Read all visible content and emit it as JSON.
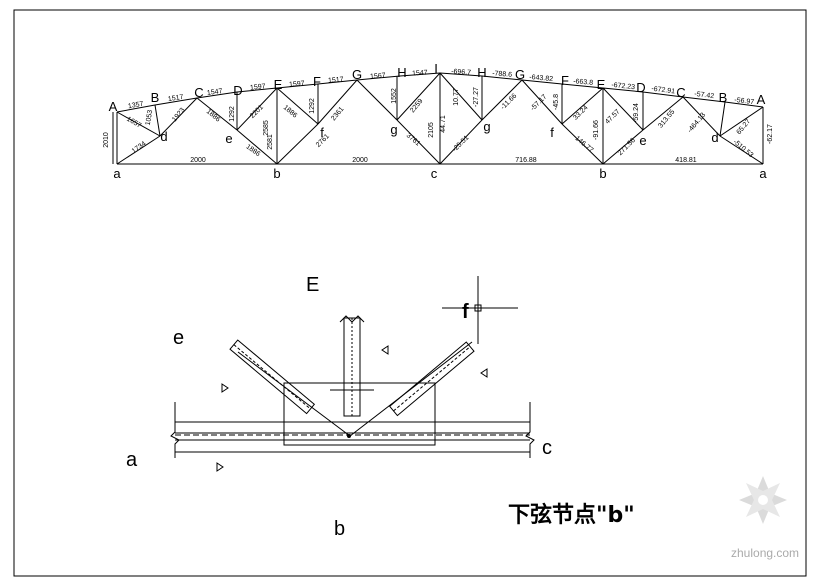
{
  "truss": {
    "top_nodes": [
      "A",
      "B",
      "C",
      "D",
      "E",
      "F",
      "G",
      "H",
      "I",
      "H",
      "G",
      "F",
      "E",
      "D",
      "C",
      "B",
      "A"
    ],
    "bottom_nodes": [
      "a",
      "b",
      "c",
      "b",
      "a"
    ],
    "web_nodes": [
      "d",
      "e",
      "f",
      "g",
      "g",
      "f",
      "e",
      "d"
    ],
    "height_label": "2010",
    "right_height_label": "-62.17",
    "bottom_segments": [
      "2000",
      "2000",
      "716.88",
      "418.81"
    ],
    "top_forces": [
      "1357",
      "1517",
      "1547",
      "1597",
      "1597",
      "1517",
      "1567",
      "1547",
      "-696.7",
      "-788.6",
      "-643.82",
      "-663.8",
      "-672.23",
      "-672.91",
      "-57.42",
      "-56.97"
    ],
    "web_forces_left": [
      "1657",
      "1053",
      "1923",
      "1886",
      "1292",
      "2201",
      "1886",
      "1292",
      "2581",
      "2361",
      "1552",
      "2259",
      "2105",
      "44.71"
    ],
    "bottom_web_forces_left": [
      "1734",
      "1886",
      "2585",
      "2761",
      "3761"
    ],
    "web_forces_right": [
      "10.77",
      "-27.27",
      "-11.66",
      "-57.17",
      "-45.8",
      "33.24",
      "-91.66",
      "47.57",
      "-59.24",
      "313.55",
      "-464.13",
      "65.27"
    ],
    "bottom_web_forces_right": [
      "-25.51",
      "-146.77",
      "271.56",
      "-510.53"
    ]
  },
  "detail": {
    "label_E": "E",
    "label_f": "f",
    "label_e": "e",
    "label_a": "a",
    "label_c": "c",
    "label_b": "b",
    "caption": "下弦节点\"b\""
  },
  "watermark": "zhulong.com"
}
